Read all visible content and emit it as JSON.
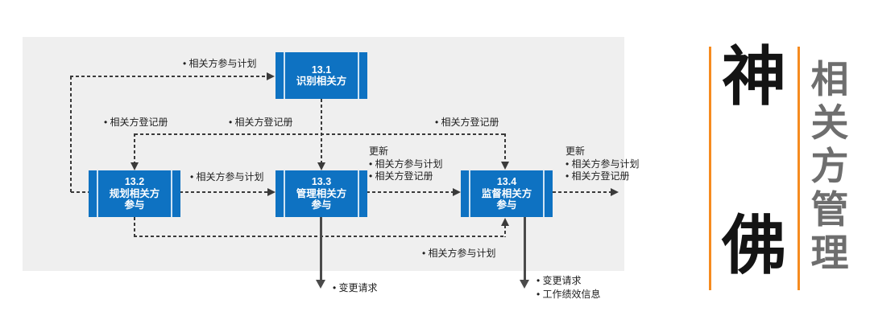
{
  "colors": {
    "box_blue": "#0e72c2",
    "panel_gray": "#efefef",
    "flow_dark": "#3a3a3a",
    "orange_accent": "#f68b1f",
    "title_gray": "#6e6e6e",
    "brand_black": "#141414"
  },
  "diagram": {
    "boxes": [
      {
        "number": "13.1",
        "name_line1": "识别相关方",
        "name_line2": ""
      },
      {
        "number": "13.2",
        "name_line1": "规划相关方",
        "name_line2": "参与"
      },
      {
        "number": "13.3",
        "name_line1": "管理相关方",
        "name_line2": "参与"
      },
      {
        "number": "13.4",
        "name_line1": "监督相关方",
        "name_line2": "参与"
      }
    ],
    "labels": {
      "plan_top": "• 相关方参与计划",
      "reg_left": "• 相关方登记册",
      "reg_mid": "• 相关方登记册",
      "reg_right": "• 相关方登记册",
      "plan_mid": "• 相关方参与计划",
      "plan_bottom": "• 相关方参与计划",
      "update_mid_title": "更新",
      "update_mid_item1": "• 相关方参与计划",
      "update_mid_item2": "• 相关方登记册",
      "update_right_title": "更新",
      "update_right_item1": "• 相关方参与计划",
      "update_right_item2": "• 相关方登记册",
      "change_request_133": "• 变更请求",
      "change_request_134": "• 变更请求",
      "work_performance_134": "• 工作绩效信息"
    }
  },
  "sidebar": {
    "brand_top": "神",
    "brand_bottom": "佛",
    "title_vertical": [
      "相",
      "关",
      "方",
      "管",
      "理"
    ]
  }
}
